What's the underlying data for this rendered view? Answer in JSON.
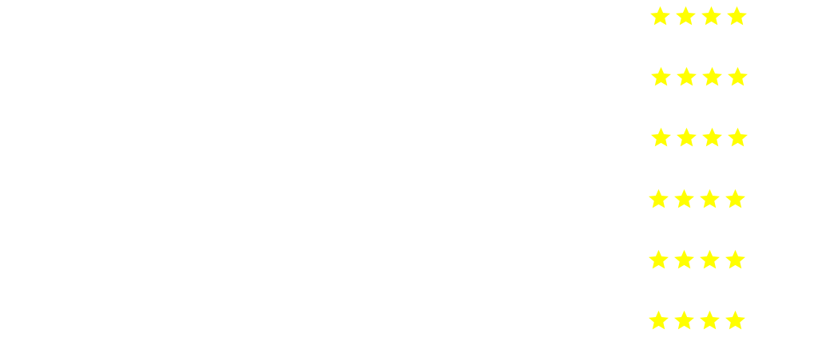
{
  "colors": {
    "background": "#ffffff",
    "star": "#ffff00"
  },
  "ratings": [
    {
      "stars": 4,
      "icon": "star-icon"
    },
    {
      "stars": 4,
      "icon": "star-icon"
    },
    {
      "stars": 4,
      "icon": "star-icon"
    },
    {
      "stars": 4,
      "icon": "star-icon"
    },
    {
      "stars": 4,
      "icon": "star-icon"
    },
    {
      "stars": 4,
      "icon": "star-icon"
    }
  ]
}
